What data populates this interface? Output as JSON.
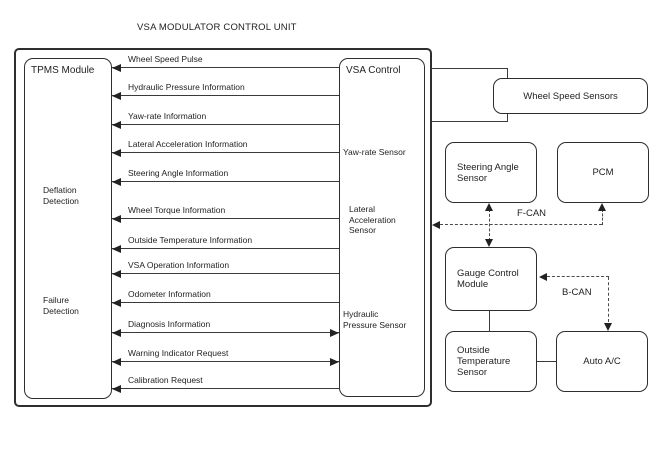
{
  "diagram": {
    "title": "VSA MODULATOR CONTROL UNIT",
    "tpms_module": {
      "title": "TPMS Module",
      "deflation": "Deflation\nDetection",
      "failure": "Failure\nDetection"
    },
    "vsa_control": {
      "title": "VSA Control",
      "yaw_rate_sensor": "Yaw-rate Sensor",
      "lateral_acceleration_sensor": "Lateral\nAcceleration\nSensor",
      "hydraulic_pressure_sensor": "Hydraulic\nPressure Sensor"
    },
    "signals": [
      {
        "label": "Wheel Speed Pulse",
        "direction": "vsa-to-tpms"
      },
      {
        "label": "Hydraulic Pressure Information",
        "direction": "vsa-to-tpms"
      },
      {
        "label": "Yaw-rate Information",
        "direction": "vsa-to-tpms"
      },
      {
        "label": "Lateral Acceleration Information",
        "direction": "vsa-to-tpms"
      },
      {
        "label": "Steering Angle Information",
        "direction": "vsa-to-tpms"
      },
      {
        "label": "Wheel Torque Information",
        "direction": "vsa-to-tpms"
      },
      {
        "label": "Outside Temperature Information",
        "direction": "vsa-to-tpms"
      },
      {
        "label": "VSA Operation Information",
        "direction": "vsa-to-tpms"
      },
      {
        "label": "Odometer Information",
        "direction": "vsa-to-tpms"
      },
      {
        "label": "Diagnosis Information",
        "direction": "bidirectional"
      },
      {
        "label": "Warning Indicator Request",
        "direction": "bidirectional"
      },
      {
        "label": "Calibration Request",
        "direction": "vsa-to-tpms"
      }
    ],
    "external_units": {
      "wheel_speed_sensors": "Wheel Speed Sensors",
      "steering_angle_sensor": "Steering Angle\nSensor",
      "pcm": "PCM",
      "gauge_control_module": "Gauge Control\nModule",
      "outside_temperature_sensor": "Outside\nTemperature\nSensor",
      "auto_ac": "Auto A/C"
    },
    "networks": {
      "f_can": "F-CAN",
      "b_can": "B-CAN"
    },
    "colors": {
      "line": "#3a3a3a",
      "border": "#2e2e2e",
      "text": "#1f1f1f",
      "background": "#ffffff"
    }
  }
}
